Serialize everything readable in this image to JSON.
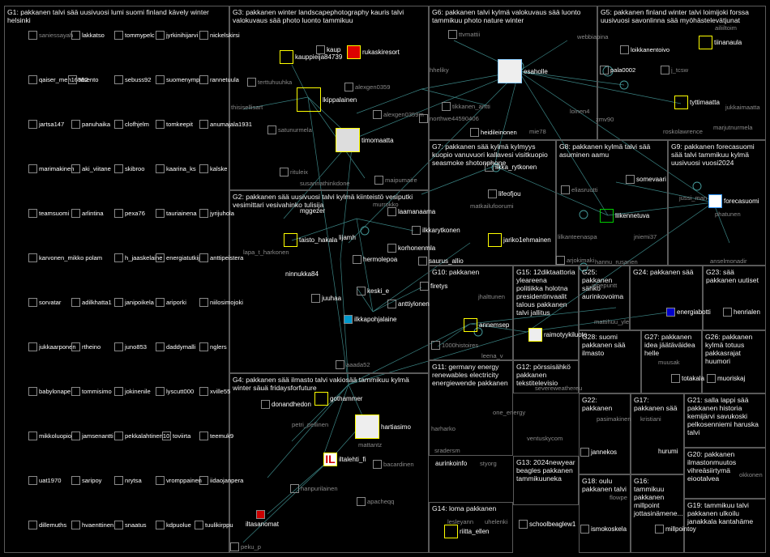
{
  "colors": {
    "background": "#000000",
    "group_border": "#5a5a5a",
    "edge": "#4fb0b0",
    "label": "#cccccc",
    "highlight": "#ffff00"
  },
  "groups": [
    {
      "id": "G1",
      "title": "G1: pakkanen talvi sää uusivuosi lumi suomi finland kävely winter helsinki"
    },
    {
      "id": "G3",
      "title": "G3: pakkanen winter landscapephotography kauris talvi valokuvaus sää photo luonto tammikuu"
    },
    {
      "id": "G6",
      "title": "G6: pakkanen talvi kylmä valokuvaus sää luonto tammikuu photo nature winter"
    },
    {
      "id": "G5",
      "title": "G5: pakkanen finland winter talvi loimijoki forssa uusivuosi savonlinna sää myöhästelevätjunat"
    },
    {
      "id": "G7",
      "title": "G7: pakkanen sää kylmä kylmyys kuopio vanuvuori kallavesi visitkuopio seasmoke shotonphone"
    },
    {
      "id": "G8",
      "title": "G8: pakkanen kylmä talvi sää asuminen aamu"
    },
    {
      "id": "G9",
      "title": "G9: pakkanen forecasuomi sää talvi tammikuu kylmä uusivuosi vuosi2024"
    },
    {
      "id": "G2",
      "title": "G2: pakkanen sää uusivuosi talvi kylmä kiinteistö vesiputki vesimittari vesivahinko tulisija"
    },
    {
      "id": "G10",
      "title": "G10: pakkanen"
    },
    {
      "id": "G15",
      "title": "G15: 12diktaattoria yleareena politiikka holotna presidentinvaalit talous pakkanen talvi jallitus"
    },
    {
      "id": "G25",
      "title": "G25: pakkanen sähkö aurinkovoima"
    },
    {
      "id": "G24",
      "title": "G24: pakkanen sää"
    },
    {
      "id": "G23",
      "title": "G23: sää pakkanen uutiset"
    },
    {
      "id": "G28",
      "title": "G28: suomi pakkanen sää ilmasto"
    },
    {
      "id": "G27",
      "title": "G27: pakkanen idea jäätäväidea helle"
    },
    {
      "id": "G26",
      "title": "G26: pakkanen kylmä totuus pakkasrajat huumori"
    },
    {
      "id": "G12",
      "title": "G12: pörssisähkö pakkanen tekstitelevisio"
    },
    {
      "id": "G4",
      "title": "G4: pakkanen sää ilmasto talvi vakiosää tammikuu kylmä winter säuä fridaysforfuture"
    },
    {
      "id": "G11",
      "title": "G11: germany energy renewables electricity energiewende pakkanen"
    },
    {
      "id": "G22",
      "title": "G22: pakkanen"
    },
    {
      "id": "G17",
      "title": "G17: pakkanen sää"
    },
    {
      "id": "G21",
      "title": "G21: salla lappi sää pakkanen historia kemijärvi savukoski pelkosenniemi haruska talvi"
    },
    {
      "id": "G20",
      "title": "G20: pakkanen ilmastonmuutos vihreäsiirtymä eiootalvea"
    },
    {
      "id": "G13",
      "title": "G13: 2024newyear beagles pakkanen tammikuuneka"
    },
    {
      "id": "G18",
      "title": "G18: oulu pakkanen talvi"
    },
    {
      "id": "G16",
      "title": "G16: tammikuu pakkanen millpoint jottasinämene..."
    },
    {
      "id": "G19",
      "title": "G19: tammikuu talvi pakkanen ulkoilu janakkala kantahäme"
    },
    {
      "id": "G14",
      "title": "G14: loma pakkanen"
    }
  ],
  "nodes": [
    {
      "label": "saniessayah"
    },
    {
      "label": "lakkatso"
    },
    {
      "label": "tommypelc"
    },
    {
      "label": "jyrkinihijarvi"
    },
    {
      "label": "nickelskirsi"
    },
    {
      "label": "qaiser_meh16552"
    },
    {
      "label": "nisento"
    },
    {
      "label": "sebuss92"
    },
    {
      "label": "suomenymp"
    },
    {
      "label": "rannetuula"
    },
    {
      "label": "jartsa147"
    },
    {
      "label": "panuhaika"
    },
    {
      "label": "clofhjelm"
    },
    {
      "label": "tomkeepit"
    },
    {
      "label": "anumajala1931"
    },
    {
      "label": "marimakinen"
    },
    {
      "label": "aki_viitane"
    },
    {
      "label": "skibroo"
    },
    {
      "label": "kaarina_ks"
    },
    {
      "label": "kalske"
    },
    {
      "label": "teamsuomi"
    },
    {
      "label": "arlintina"
    },
    {
      "label": "pexa76"
    },
    {
      "label": "tauriainena"
    },
    {
      "label": "jyrijuhola"
    },
    {
      "label": "karvonen_mikko polam"
    },
    {
      "label": "h_jaaskelaine"
    },
    {
      "label": "energiatutkij"
    },
    {
      "label": "anttipeistera"
    },
    {
      "label": "sorvatar"
    },
    {
      "label": "adilkhatta1"
    },
    {
      "label": "janipoikela"
    },
    {
      "label": "ariporki"
    },
    {
      "label": "niilosimojoki"
    },
    {
      "label": "jukkaarponen"
    },
    {
      "label": "rtheino"
    },
    {
      "label": "juno853"
    },
    {
      "label": "daddymalli"
    },
    {
      "label": "nglers"
    },
    {
      "label": "babylonape"
    },
    {
      "label": "tommisimo"
    },
    {
      "label": "jokinenile"
    },
    {
      "label": "lyscutt000"
    },
    {
      "label": "xville55"
    },
    {
      "label": "mikkoluopio"
    },
    {
      "label": "jamsenantti"
    },
    {
      "label": "pekkalahtinen10"
    },
    {
      "label": "toviirta"
    },
    {
      "label": "teemuk9"
    },
    {
      "label": "uat1970"
    },
    {
      "label": "saripoy"
    },
    {
      "label": "nrytsa"
    },
    {
      "label": "vromppainen"
    },
    {
      "label": "iidaojanpera"
    },
    {
      "label": "dillemuths"
    },
    {
      "label": "hvaenttinen"
    },
    {
      "label": "snaatus"
    },
    {
      "label": "kdpuolue"
    },
    {
      "label": "tuulikirppu"
    },
    {
      "label": "kauppieija84739"
    },
    {
      "label": "kaup"
    },
    {
      "label": "rukaskiresort"
    },
    {
      "label": "terttuhuuhka"
    },
    {
      "label": "alexgen0359"
    },
    {
      "label": "lkippalainen"
    },
    {
      "label": "thisisellisart"
    },
    {
      "label": "alexgen0359m"
    },
    {
      "label": "satunurmela"
    },
    {
      "label": "timomaatta"
    },
    {
      "label": "rituleix"
    },
    {
      "label": "susannathinkdone"
    },
    {
      "label": "maipumaire"
    },
    {
      "label": "ttvmattii"
    },
    {
      "label": "hheliky"
    },
    {
      "label": "tikkanen_antti"
    },
    {
      "label": "northwe44590406"
    },
    {
      "label": "esaholle"
    },
    {
      "label": "heidileinonen"
    },
    {
      "label": "mie78"
    },
    {
      "label": "loinen4"
    },
    {
      "label": "zmv90"
    },
    {
      "label": "webbiapina"
    },
    {
      "label": "loikkanentoivo"
    },
    {
      "label": "pala0002"
    },
    {
      "label": "j_tcsw"
    },
    {
      "label": "tiinanaula"
    },
    {
      "label": "ailiiltoim"
    },
    {
      "label": "tyttimaatta"
    },
    {
      "label": "roskolawrence"
    },
    {
      "label": "marjutnurmela"
    },
    {
      "label": "jukkaimaatta"
    },
    {
      "label": "ilkka_rytkonen"
    },
    {
      "label": "somevaari"
    },
    {
      "label": "lifeofjou"
    },
    {
      "label": "matkailufoorumi"
    },
    {
      "label": "eliasruutti"
    },
    {
      "label": "liikennetuva"
    },
    {
      "label": "lilkanteenaspa"
    },
    {
      "label": "jariko1ehmainen"
    },
    {
      "label": "jniemi37"
    },
    {
      "label": "jussi_man"
    },
    {
      "label": "forecasuomi"
    },
    {
      "label": "phatunen"
    },
    {
      "label": "anselmonadir"
    },
    {
      "label": "mggezer"
    },
    {
      "label": "murrokko"
    },
    {
      "label": "laamanaama"
    },
    {
      "label": "taisto_hakala"
    },
    {
      "label": "lijamh"
    },
    {
      "label": "ilkkarytkonen"
    },
    {
      "label": "korhonenmla"
    },
    {
      "label": "lapa_t_harkonen"
    },
    {
      "label": "hermolepoa"
    },
    {
      "label": "saurus_allio"
    },
    {
      "label": "ninnukka84"
    },
    {
      "label": "keski_e"
    },
    {
      "label": "firetys"
    },
    {
      "label": "juuhaa"
    },
    {
      "label": "anttiylonen"
    },
    {
      "label": "ilkkapohjalaine"
    },
    {
      "label": "jhalttunen"
    },
    {
      "label": "annemsep"
    },
    {
      "label": "raimotyykiluoto"
    },
    {
      "label": "1000histoires"
    },
    {
      "label": "leena_v"
    },
    {
      "label": "japepuntt"
    },
    {
      "label": "arjokimaki"
    },
    {
      "label": "hannu_rusanen"
    },
    {
      "label": "energiabotti"
    },
    {
      "label": "henrialen"
    },
    {
      "label": "mattihuu_yle"
    },
    {
      "label": "muusak"
    },
    {
      "label": "totakala"
    },
    {
      "label": "muoriskaj"
    },
    {
      "label": "severeweathereu"
    },
    {
      "label": "aaada52"
    },
    {
      "label": "donandhedon"
    },
    {
      "label": "gothammer"
    },
    {
      "label": "hartiasimo"
    },
    {
      "label": "petri_pellinen"
    },
    {
      "label": "iltalehti_fi"
    },
    {
      "label": "mattantz"
    },
    {
      "label": "bacardinen"
    },
    {
      "label": "hanpurilainen"
    },
    {
      "label": "apacheqq"
    },
    {
      "label": "iltasanomat"
    },
    {
      "label": "peku_p"
    },
    {
      "label": "harharko"
    },
    {
      "label": "sradersm"
    },
    {
      "label": "one_energy"
    },
    {
      "label": "aurinkoinfo"
    },
    {
      "label": "styorg"
    },
    {
      "label": "ventuskycom"
    },
    {
      "label": "pasimakinen"
    },
    {
      "label": "kristiani"
    },
    {
      "label": "jannekos"
    },
    {
      "label": "hurumi"
    },
    {
      "label": "okkonen"
    },
    {
      "label": "lesleyann"
    },
    {
      "label": "uhelenki"
    },
    {
      "label": "riitta_ellen"
    },
    {
      "label": "schoolbeaglew1"
    },
    {
      "label": "ismokoskela"
    },
    {
      "label": "millpointoy"
    },
    {
      "label": "flowpe"
    }
  ]
}
